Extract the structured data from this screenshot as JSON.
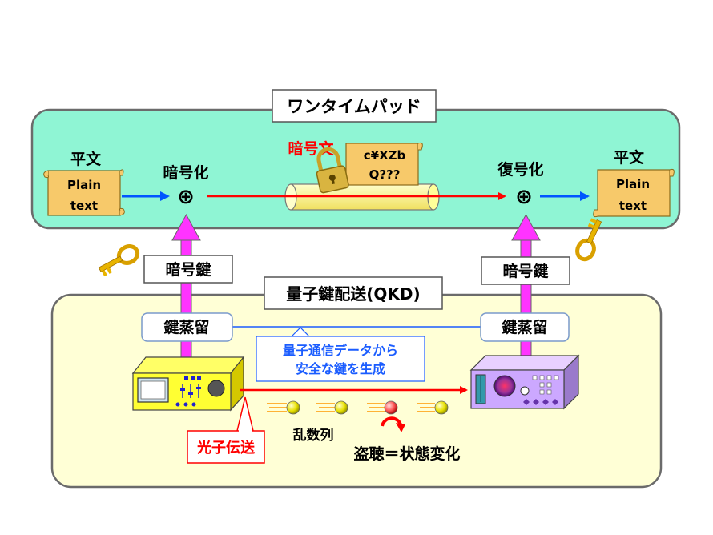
{
  "otp": {
    "title": "ワンタイムパッド",
    "plaintext_label": "平文",
    "plaintext_scroll": [
      "Plain",
      "text"
    ],
    "encrypt_label": "暗号化",
    "ciphertext_label": "暗号文",
    "ciphertext_scroll": [
      "c¥XZb",
      "Q???"
    ],
    "decrypt_label": "復号化",
    "plaintext_out_label": "平文",
    "plaintext_out_scroll": [
      "Plain",
      "text"
    ],
    "xor_symbol": "⊕"
  },
  "key_link": {
    "left_label": "暗号鍵",
    "right_label": "暗号鍵"
  },
  "qkd": {
    "title": "量子鍵配送(QKD)",
    "distill_left": "鍵蒸留",
    "distill_right": "鍵蒸留",
    "comm_note": [
      "量子通信データから",
      "安全な鍵を生成"
    ],
    "photon_label": "光子伝送",
    "random_label": "乱数列",
    "eavesdrop_label": "盗聴＝状態変化"
  },
  "colors": {
    "otp_bg": "#8ff5d4",
    "qkd_bg": "#ffffd6",
    "scroll": "#f7c96a",
    "pipe": "#ffff99",
    "key_arrow": "#ff33ff",
    "red_line": "#ff0000",
    "blue_line": "#0055ff",
    "cipher_red": "#ff0000",
    "note_blue": "#1a5cff"
  }
}
